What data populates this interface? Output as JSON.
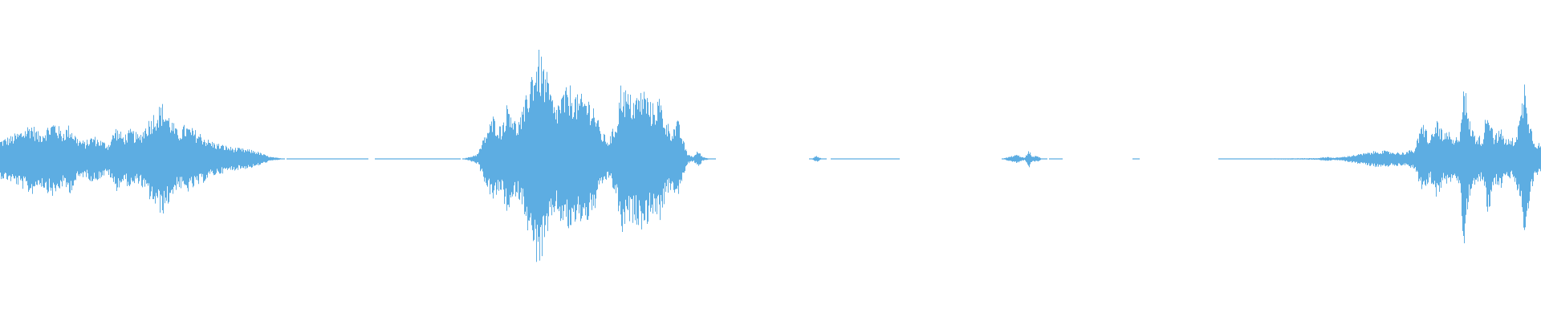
{
  "waveform": {
    "color": "#5dade2",
    "background": "#ffffff",
    "amplitude_envelope": [
      [
        0.0,
        0.18
      ],
      [
        0.008,
        0.22
      ],
      [
        0.015,
        0.28
      ],
      [
        0.02,
        0.34
      ],
      [
        0.025,
        0.24
      ],
      [
        0.03,
        0.3
      ],
      [
        0.035,
        0.36
      ],
      [
        0.04,
        0.26
      ],
      [
        0.045,
        0.32
      ],
      [
        0.05,
        0.2
      ],
      [
        0.055,
        0.16
      ],
      [
        0.06,
        0.22
      ],
      [
        0.065,
        0.18
      ],
      [
        0.07,
        0.14
      ],
      [
        0.075,
        0.3
      ],
      [
        0.08,
        0.22
      ],
      [
        0.085,
        0.28
      ],
      [
        0.09,
        0.22
      ],
      [
        0.095,
        0.34
      ],
      [
        0.1,
        0.44
      ],
      [
        0.105,
        0.52
      ],
      [
        0.11,
        0.4
      ],
      [
        0.115,
        0.26
      ],
      [
        0.12,
        0.32
      ],
      [
        0.125,
        0.28
      ],
      [
        0.13,
        0.24
      ],
      [
        0.135,
        0.18
      ],
      [
        0.14,
        0.15
      ],
      [
        0.145,
        0.13
      ],
      [
        0.15,
        0.11
      ],
      [
        0.155,
        0.1
      ],
      [
        0.16,
        0.09
      ],
      [
        0.165,
        0.08
      ],
      [
        0.17,
        0.05
      ],
      [
        0.175,
        0.02
      ],
      [
        0.18,
        0.01
      ],
      [
        0.185,
        0.0
      ],
      [
        0.195,
        0.005
      ],
      [
        0.23,
        0.005
      ],
      [
        0.24,
        0.0
      ],
      [
        0.27,
        0.005
      ],
      [
        0.29,
        0.004
      ],
      [
        0.3,
        0.0
      ],
      [
        0.305,
        0.02
      ],
      [
        0.31,
        0.05
      ],
      [
        0.315,
        0.24
      ],
      [
        0.32,
        0.4
      ],
      [
        0.325,
        0.3
      ],
      [
        0.33,
        0.56
      ],
      [
        0.335,
        0.32
      ],
      [
        0.34,
        0.48
      ],
      [
        0.345,
        0.86
      ],
      [
        0.35,
        1.0
      ],
      [
        0.355,
        0.78
      ],
      [
        0.36,
        0.48
      ],
      [
        0.365,
        0.62
      ],
      [
        0.37,
        0.68
      ],
      [
        0.375,
        0.58
      ],
      [
        0.38,
        0.6
      ],
      [
        0.385,
        0.52
      ],
      [
        0.39,
        0.26
      ],
      [
        0.395,
        0.18
      ],
      [
        0.4,
        0.36
      ],
      [
        0.403,
        0.72
      ],
      [
        0.408,
        0.6
      ],
      [
        0.412,
        0.58
      ],
      [
        0.418,
        0.66
      ],
      [
        0.423,
        0.5
      ],
      [
        0.428,
        0.58
      ],
      [
        0.432,
        0.36
      ],
      [
        0.436,
        0.28
      ],
      [
        0.44,
        0.36
      ],
      [
        0.443,
        0.2
      ],
      [
        0.446,
        0.05
      ],
      [
        0.45,
        0.02
      ],
      [
        0.453,
        0.08
      ],
      [
        0.456,
        0.02
      ],
      [
        0.46,
        0.005
      ],
      [
        0.465,
        0.0
      ],
      [
        0.525,
        0.0
      ],
      [
        0.527,
        0.005
      ],
      [
        0.53,
        0.03
      ],
      [
        0.533,
        0.005
      ],
      [
        0.537,
        0.0
      ],
      [
        0.555,
        0.004
      ],
      [
        0.575,
        0.004
      ],
      [
        0.585,
        0.0
      ],
      [
        0.65,
        0.0
      ],
      [
        0.655,
        0.02
      ],
      [
        0.66,
        0.04
      ],
      [
        0.665,
        0.01
      ],
      [
        0.668,
        0.08
      ],
      [
        0.67,
        0.02
      ],
      [
        0.673,
        0.03
      ],
      [
        0.676,
        0.005
      ],
      [
        0.68,
        0.0
      ],
      [
        0.686,
        0.005
      ],
      [
        0.69,
        0.0
      ],
      [
        0.735,
        0.0
      ],
      [
        0.737,
        0.004
      ],
      [
        0.74,
        0.0
      ],
      [
        0.79,
        0.0
      ],
      [
        0.795,
        0.004
      ],
      [
        0.82,
        0.005
      ],
      [
        0.84,
        0.006
      ],
      [
        0.855,
        0.008
      ],
      [
        0.862,
        0.02
      ],
      [
        0.866,
        0.01
      ],
      [
        0.872,
        0.02
      ],
      [
        0.88,
        0.04
      ],
      [
        0.888,
        0.06
      ],
      [
        0.895,
        0.08
      ],
      [
        0.902,
        0.07
      ],
      [
        0.91,
        0.06
      ],
      [
        0.918,
        0.09
      ],
      [
        0.924,
        0.36
      ],
      [
        0.928,
        0.18
      ],
      [
        0.933,
        0.38
      ],
      [
        0.937,
        0.22
      ],
      [
        0.94,
        0.26
      ],
      [
        0.944,
        0.16
      ],
      [
        0.948,
        0.3
      ],
      [
        0.95,
        0.84
      ],
      [
        0.953,
        0.4
      ],
      [
        0.957,
        0.24
      ],
      [
        0.962,
        0.2
      ],
      [
        0.966,
        0.52
      ],
      [
        0.97,
        0.22
      ],
      [
        0.974,
        0.28
      ],
      [
        0.978,
        0.18
      ],
      [
        0.983,
        0.2
      ],
      [
        0.987,
        0.42
      ],
      [
        0.99,
        0.8
      ],
      [
        0.993,
        0.36
      ],
      [
        0.996,
        0.18
      ],
      [
        1.0,
        0.14
      ]
    ]
  }
}
